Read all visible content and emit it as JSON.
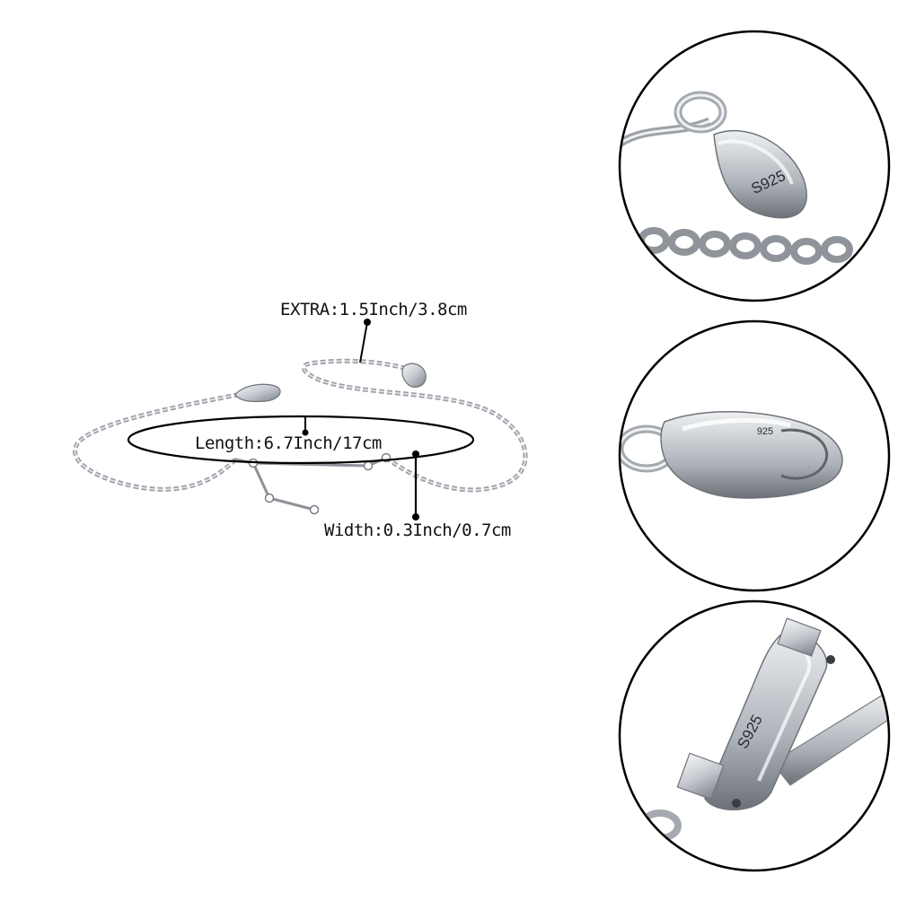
{
  "dimensions": {
    "extra": "EXTRA:1.5Inch/3.8cm",
    "length": "Length:6.7Inch/17cm",
    "width": "Width:0.3Inch/0.7cm"
  },
  "detail_views": [
    {
      "name": "tag-closeup",
      "stamp": "S925"
    },
    {
      "name": "clasp-closeup",
      "stamp": "925"
    },
    {
      "name": "bar-closeup",
      "stamp": "S925"
    }
  ],
  "colors": {
    "silver": "#b8bcc2",
    "silver_dark": "#6e737a",
    "outline": "#000000"
  }
}
